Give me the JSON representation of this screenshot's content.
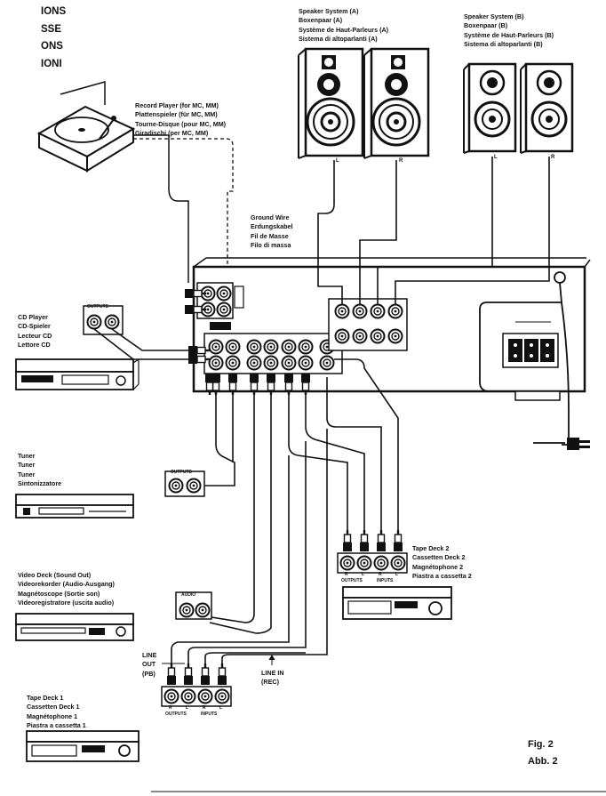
{
  "heading_lines": [
    "IONS",
    "SSE",
    "ONS",
    "IONI"
  ],
  "speaker_a": {
    "lines": [
      "Speaker System (A)",
      "Boxenpaar (A)",
      "Système de Haut-Parleurs (A)",
      "Sistema di altoparlanti (A)"
    ],
    "left_tag": "L",
    "right_tag": "R"
  },
  "speaker_b": {
    "lines": [
      "Speaker System (B)",
      "Boxenpaar (B)",
      "Système de Haut-Parleurs (B)",
      "Sistema di altoparlanti (B)"
    ],
    "left_tag": "L",
    "right_tag": "R"
  },
  "record_player": {
    "lines": [
      "Record Player (for MC, MM)",
      "Plattenspieler (für MC, MM)",
      "Tourne-Disque (pour MC, MM)",
      "Giradischi (per MC, MM)"
    ]
  },
  "ground_wire": {
    "lines": [
      "Ground Wire",
      "Erdungskabel",
      "Fil de Masse",
      "Filo di massa"
    ]
  },
  "cd_player": {
    "lines": [
      "CD Player",
      "CD-Spieler",
      "Lecteur CD",
      "Lettore CD"
    ],
    "jack_label": "OUTPUTS"
  },
  "tuner": {
    "lines": [
      "Tuner",
      "Tuner",
      "Tuner",
      "Sintonizzatore"
    ],
    "jack_label": "OUTPUTS"
  },
  "video_deck": {
    "lines": [
      "Video Deck (Sound Out)",
      "Videorekorder (Audio-Ausgang)",
      "Magnétoscope (Sortie son)",
      "Videoregistratore (uscita audio)"
    ],
    "jack_label": "AUDIO"
  },
  "tape_deck_2": {
    "lines": [
      "Tape Deck 2",
      "Cassetten Deck 2",
      "Magnétophone 2",
      "Piastra a cassetta 2"
    ],
    "jack_tags": [
      "R",
      "L",
      "R",
      "L"
    ],
    "groups": [
      "OUTPUTS",
      "INPUTS"
    ]
  },
  "tape_deck_1": {
    "lines": [
      "Tape Deck 1",
      "Cassetten Deck 1",
      "Magnétophone 1",
      "Piastra a cassetta 1"
    ],
    "jack_tags": [
      "R",
      "L",
      "R",
      "L"
    ],
    "groups": [
      "OUTPUTS",
      "INPUTS"
    ]
  },
  "line_out": {
    "lines": [
      "LINE",
      "OUT",
      "(PB)"
    ]
  },
  "line_in": {
    "lines": [
      "LINE IN",
      "(REC)"
    ]
  },
  "figure_label": {
    "lines": [
      "Fig. 2",
      "Abb. 2"
    ]
  }
}
